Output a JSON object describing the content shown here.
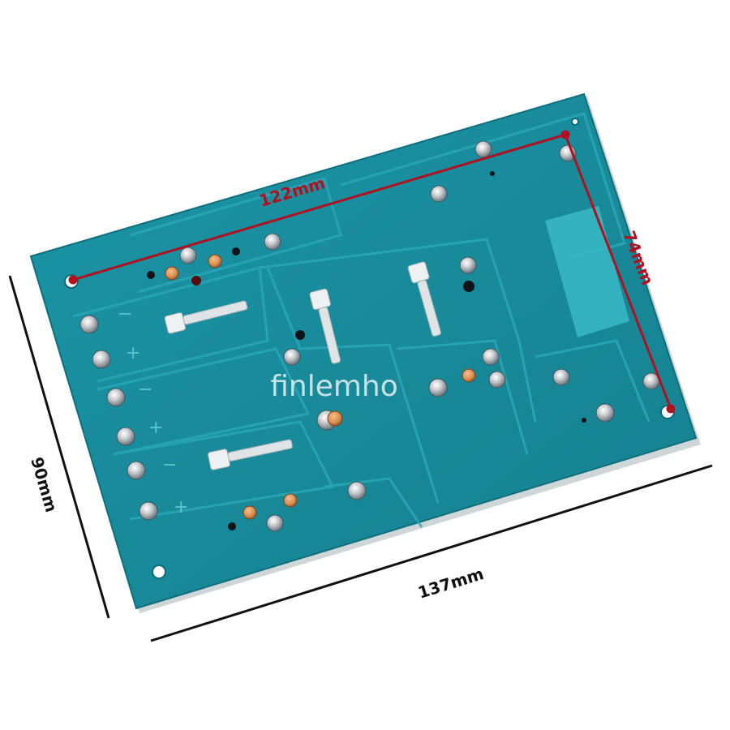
{
  "dimensions": {
    "top_inner": "122mm",
    "right_inner": "74mm",
    "left_outer": "90mm",
    "bottom_outer": "137mm"
  },
  "watermark": "finlemho",
  "colors": {
    "board": "#1a8fa0",
    "board_dark": "#137785",
    "trace": "#1f9eae",
    "annotation_red": "#b01020",
    "annotation_black": "#111111",
    "pad_copper": "#d88a4a",
    "solder": "#c9ccd0"
  },
  "pcb_silk": {
    "minus": "−",
    "plus": "+"
  }
}
